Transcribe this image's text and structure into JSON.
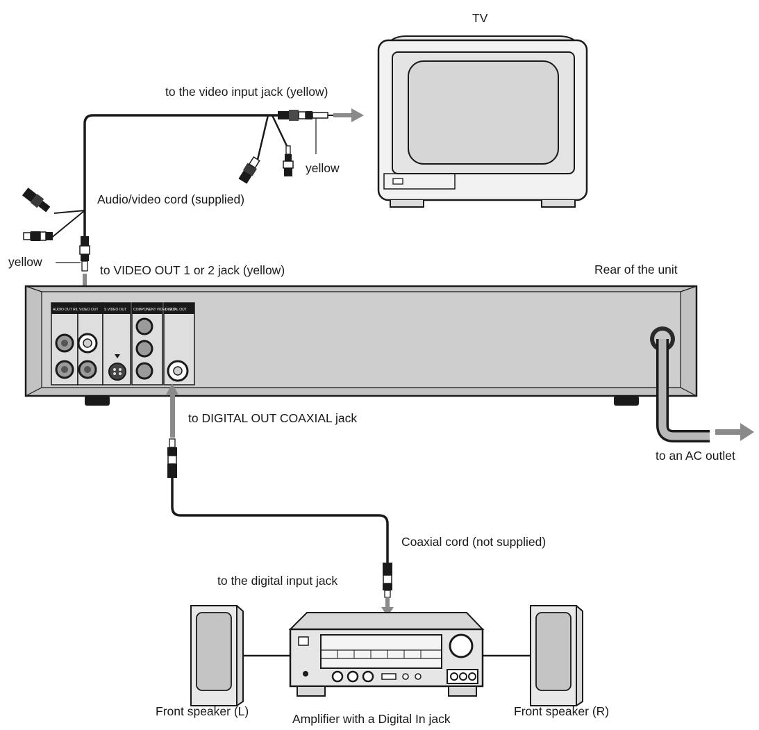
{
  "labels": {
    "tv": "TV",
    "video_input_jack": "to the video input jack (yellow)",
    "yellow_tv": "yellow",
    "av_cord": "Audio/video cord (supplied)",
    "yellow_unit": "yellow",
    "video_out_jack": "to VIDEO OUT 1 or 2 jack (yellow)",
    "rear_of_unit": "Rear of the unit",
    "digital_out_jack": "to DIGITAL OUT COAXIAL jack",
    "ac_outlet": "to an AC outlet",
    "coaxial_cord": "Coaxial cord (not supplied)",
    "digital_input_jack": "to the digital input jack",
    "front_speaker_l": "Front speaker (L)",
    "amplifier": "Amplifier with a Digital In jack",
    "front_speaker_r": "Front speaker (R)"
  },
  "rear_panel": {
    "audio_out_label": "AUDIO OUT R/L",
    "video_out_label": "VIDEO OUT",
    "s_video_label": "S VIDEO OUT",
    "component_label": "COMPONENT VIDEO OUT",
    "digital_out_label": "DIGITAL OUT"
  },
  "colors": {
    "line": "#1a1a1a",
    "unit_body": "#c2c2c2",
    "panel": "#dedede",
    "arrow": "#8a8a8a",
    "screen": "#d6d6d6"
  }
}
